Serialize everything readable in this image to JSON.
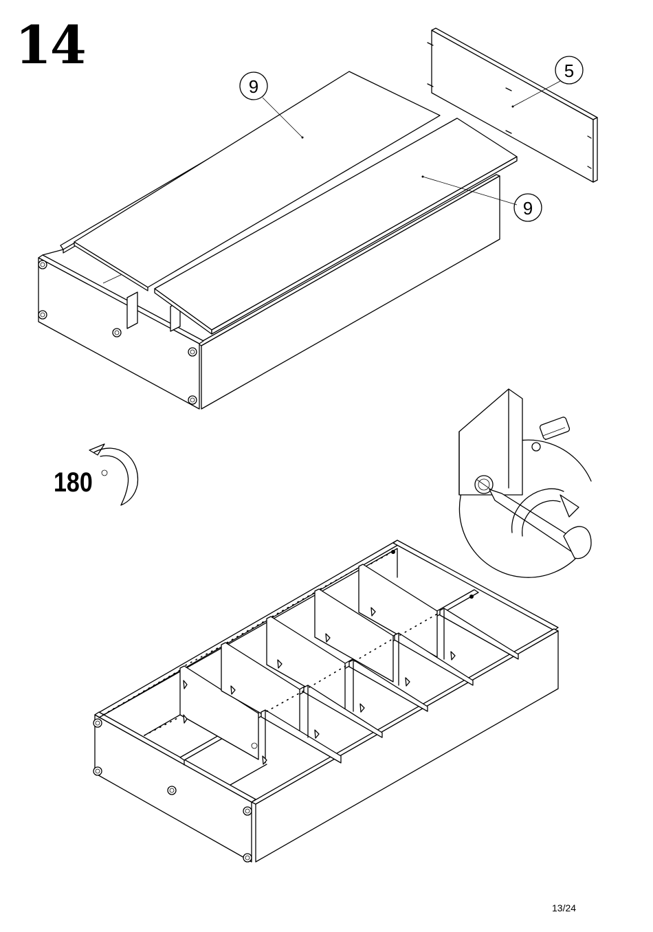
{
  "step": {
    "number": "14"
  },
  "parts": {
    "panel_top_left": "9",
    "panel_top_right": "9",
    "back_panel": "5"
  },
  "rotation": {
    "label": "180"
  },
  "footer": {
    "page": "13/24"
  },
  "icons": [
    "rotate-180-arrow-icon",
    "screwdriver-icon",
    "cam-lock-icon",
    "dowel-icon"
  ]
}
